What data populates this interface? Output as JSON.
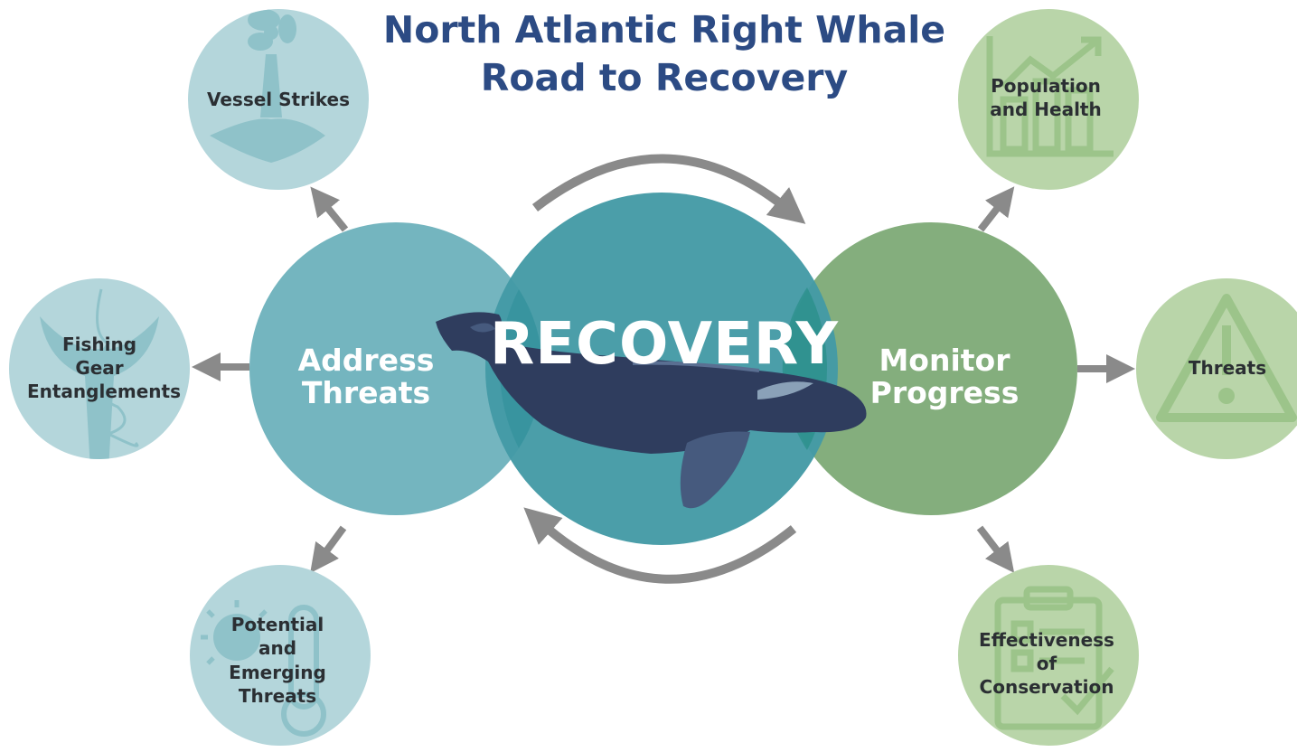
{
  "title": {
    "line1": "North Atlantic Right Whale",
    "line2": "Road to Recovery"
  },
  "center": {
    "label": "RECOVERY",
    "left_label_line1": "Address",
    "left_label_line2": "Threats",
    "right_label_line1": "Monitor",
    "right_label_line2": "Progress"
  },
  "threat_nodes": {
    "vessel": {
      "line1": "Vessel Strikes",
      "icon": "propeller-tail-icon"
    },
    "fishing": {
      "line1": "Fishing",
      "line2": "Gear",
      "line3": "Entanglements",
      "icon": "entangled-tail-icon"
    },
    "emerging": {
      "line1": "Potential",
      "line2": "and",
      "line3": "Emerging",
      "line4": "Threats",
      "icon": "sun-thermometer-icon"
    }
  },
  "monitor_nodes": {
    "population": {
      "line1": "Population",
      "line2": "and Health",
      "icon": "bar-chart-trend-icon"
    },
    "threats": {
      "line1": "Threats",
      "icon": "warning-triangle-icon"
    },
    "effectiveness": {
      "line1": "Effectiveness",
      "line2": "of",
      "line3": "Conservation",
      "icon": "clipboard-checklist-icon"
    }
  },
  "colors": {
    "title": "#2c4b84",
    "address_circle": "#74b5bf",
    "recovery_circle": "#449aa5",
    "monitor_circle": "#84ae7d",
    "threat_node": "#b4d6db",
    "monitor_node": "#b9d5a9",
    "arrow": "#8a8a8a",
    "whale": "#2f3d5e"
  }
}
